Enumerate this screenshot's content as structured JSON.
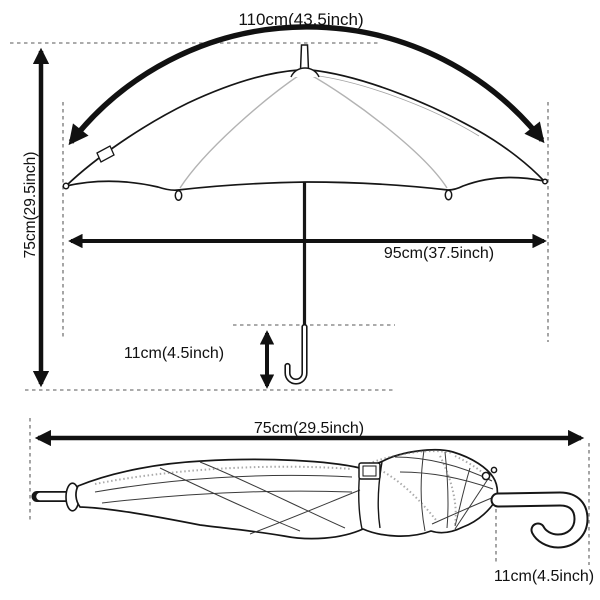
{
  "colors": {
    "ink": "#111111",
    "sketch_line": "#161616",
    "seam_gray": "#b3b3b3",
    "dash_gray": "#8f8f8f",
    "paper": "#ffffff"
  },
  "open_view": {
    "canopy_arc_label": "110cm(43.5inch)",
    "overall_height_label": "75cm(29.5inch)",
    "canopy_diameter_label": "95cm(37.5inch)",
    "handle_length_label": "11cm(4.5inch)"
  },
  "folded_view": {
    "folded_length_label": "75cm(29.5inch)",
    "handle_length_label": "11cm(4.5inch)"
  }
}
